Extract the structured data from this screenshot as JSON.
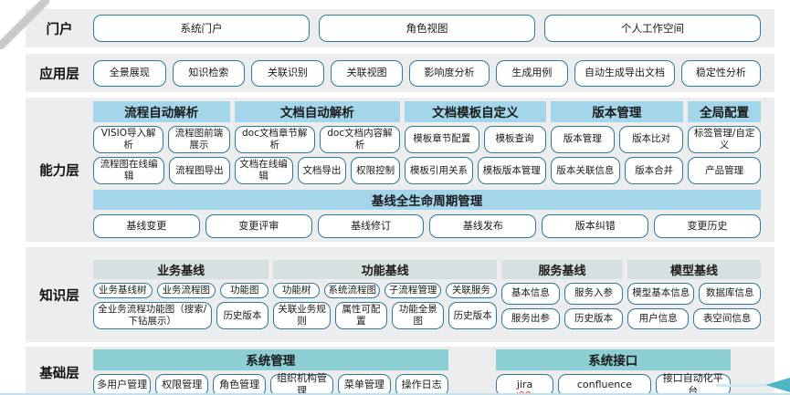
{
  "colors": {
    "band_bg": "#ededee",
    "button_border": "#2b7a99",
    "capability_header_bg": "#a3d6ea",
    "knowledge_header_bg": "#d5e1e1",
    "foundation_header_bg": "#8ccfd5",
    "arrow": "#4fb6c8",
    "spell_error_underline": "#e53935"
  },
  "layers": {
    "portal": {
      "label": "门户",
      "items": [
        "系统门户",
        "角色视图",
        "个人工作空间"
      ]
    },
    "application": {
      "label": "应用层",
      "items": [
        "全景展现",
        "知识检索",
        "关联识别",
        "关联视图",
        "影响度分析",
        "生成用例",
        "自动生成导出文档",
        "稳定性分析"
      ]
    },
    "capability": {
      "label": "能力层",
      "groups": [
        {
          "title": "流程自动解析",
          "rows": [
            [
              "VISIO导入解析",
              "流程图前端展示"
            ],
            [
              "流程图在线编辑",
              "流程图导出"
            ]
          ]
        },
        {
          "title": "文档自动解析",
          "rows": [
            [
              "doc文档章节解析",
              "doc文档内容解析"
            ],
            [
              "文档在线编辑",
              "文档导出",
              "权限控制"
            ]
          ]
        },
        {
          "title": "文档模板自定义",
          "rows": [
            [
              "模板章节配置",
              "模板查询"
            ],
            [
              "模板引用关系",
              "模板版本管理"
            ]
          ]
        },
        {
          "title": "版本管理",
          "rows": [
            [
              "版本管理",
              "版本比对"
            ],
            [
              "版本关联信息",
              "版本合并"
            ]
          ]
        },
        {
          "title": "全局配置",
          "rows": [
            [
              "标签管理/自定义"
            ],
            [
              "产品管理"
            ]
          ]
        }
      ],
      "baseline": {
        "title": "基线全生命周期管理",
        "items": [
          "基线变更",
          "变更评审",
          "基线修订",
          "基线发布",
          "版本纠错",
          "变更历史"
        ]
      }
    },
    "knowledge": {
      "label": "知识层",
      "groups": [
        {
          "title": "业务基线",
          "rows": [
            [
              "业务基线树",
              "业务流程图",
              "功能图"
            ],
            [
              "全业务流程功能图（搜索/下钻展示）",
              "历史版本"
            ]
          ]
        },
        {
          "title": "功能基线",
          "rows": [
            [
              "功能树",
              "系统流程图",
              "子流程管理",
              "关联服务"
            ],
            [
              "关联业务规则",
              "属性可配置",
              "功能全景图",
              "历史版本"
            ]
          ]
        },
        {
          "title": "服务基线",
          "rows": [
            [
              "基本信息",
              "服务入参"
            ],
            [
              "服务出参",
              "历史版本"
            ]
          ]
        },
        {
          "title": "模型基线",
          "rows": [
            [
              "模型基本信息",
              "数据库信息"
            ],
            [
              "用户信息",
              "表空间信息"
            ]
          ]
        }
      ]
    },
    "foundation": {
      "label": "基础层",
      "groups": [
        {
          "title": "系统管理",
          "rows": [
            [
              "多用户管理",
              "权限管理",
              "角色管理",
              "组织机构管理",
              "菜单管理",
              "操作日志"
            ]
          ]
        },
        {
          "title": "系统接口",
          "rows": [
            [
              {
                "label": "jira",
                "spell_error": true
              },
              "confluence",
              "接口自动化平台"
            ]
          ]
        }
      ]
    }
  }
}
